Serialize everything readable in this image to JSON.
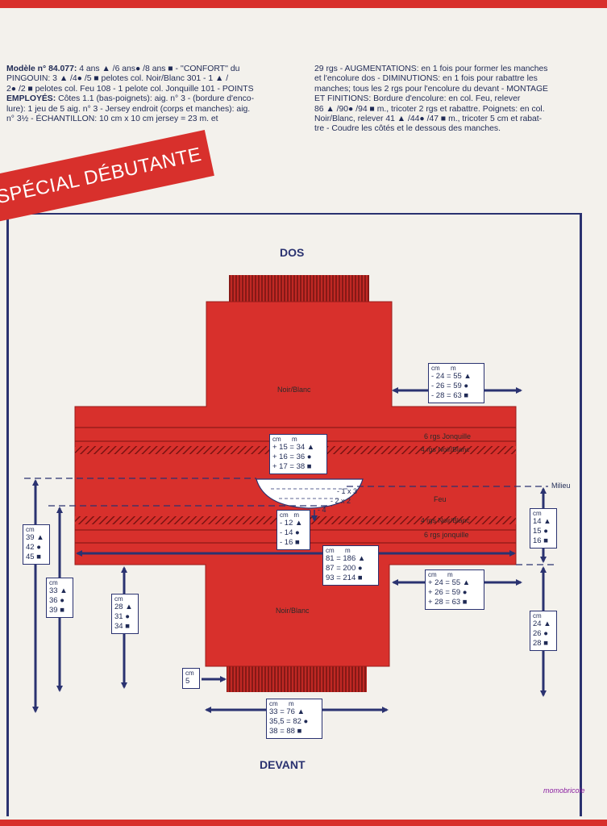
{
  "header": {
    "left": [
      {
        "b": "Modèle n° 84.077:",
        "t": " 4 ans ▲ /6 ans● /8 ans ■ - ''CONFORT'' du"
      },
      {
        "b": "",
        "t": "PINGOUIN: 3 ▲ /4● /5 ■ pelotes col. Noir/Blanc 301 - 1 ▲ /"
      },
      {
        "b": "",
        "t": "2● /2 ■ pelotes col. Feu 108 - 1 pelote col. Jonquille 101 - POINTS"
      },
      {
        "b": "EMPLOYÉS:",
        "t": " Côtes 1.1 (bas-poignets): aig. n° 3 - (bordure d'enco-"
      },
      {
        "b": "",
        "t": "lure): 1 jeu de 5 aig. n° 3 - Jersey endroit (corps et manches): aig."
      },
      {
        "b": "",
        "t": "n° 3½ - ÉCHANTILLON: 10 cm x 10 cm jersey = 23 m. et"
      }
    ],
    "right": [
      "29 rgs - AUGMENTATIONS: en 1 fois pour former les manches",
      "et l'encolure dos - DIMINUTIONS: en 1 fois pour rabattre les",
      "manches; tous les 2 rgs pour l'encolure du devant - MONTAGE",
      "ET FINITIONS: Bordure d'encolure: en col. Feu, relever",
      "86 ▲ /90● /94 ■ m., tricoter 2 rgs et rabattre. Poignets: en col.",
      "Noir/Blanc, relever 41 ▲ /44● /47 ■ m., tricoter 5 cm et rabat-",
      "tre - Coudre les côtés et le dessous des manches."
    ]
  },
  "banner": "SPÉCIAL DÉBUTANTE",
  "diagram": {
    "dos": "DOS",
    "devant": "DEVANT",
    "noir_blanc_top": "Noir/Blanc",
    "noir_blanc_bottom": "Noir/Blanc",
    "jonquille_top": "6 rgs Jonquille",
    "nb_stripe_top": "4 rgs Noir/Blanc",
    "feu": "Feu",
    "nb_stripe_bottom": "4 rgs Noir/Blanc",
    "jonquille_bottom": "6 rgs jonquille",
    "milieu": "Milieu",
    "neck_1x3": "- 1 x 3",
    "neck_2x2": "- 2 x 2",
    "neck_4": "- 4",
    "cm_hdr": "cm",
    "m_hdr": "m",
    "box_sleeve_top": [
      "- 24 = 55 ▲",
      "- 26 = 59 ●",
      "- 28 = 63 ■"
    ],
    "box_neck_top": [
      "+ 15 = 34 ▲",
      "+ 16 = 36 ●",
      "+ 17 = 38 ■"
    ],
    "box_neck_bottom": [
      "- 12 ▲",
      "- 14 ●",
      "- 16 ■"
    ],
    "box_width": [
      "81 = 186 ▲",
      "87 = 200 ●",
      "93 = 214 ■"
    ],
    "box_sleeve_bottom": [
      "+ 24 = 55 ▲",
      "+ 26 = 59 ●",
      "+ 28 = 63 ■"
    ],
    "box_hem": [
      "33 = 76 ▲",
      "35,5 = 82 ●",
      "38 = 88 ■"
    ],
    "box_left1": [
      "39 ▲",
      "42 ●",
      "45 ■"
    ],
    "box_left2": [
      "33 ▲",
      "36 ●",
      "39 ■"
    ],
    "box_left3": [
      "28 ▲",
      "31 ●",
      "34 ■"
    ],
    "box_rib": [
      "5"
    ],
    "box_right1": [
      "14 ▲",
      "15 ●",
      "16 ■"
    ],
    "box_right2": [
      "24 ▲",
      "26 ●",
      "28 ■"
    ]
  },
  "signature": "momobricole",
  "colors": {
    "red": "#d8302c",
    "navy": "#2a3270",
    "band": "#9a1c1a"
  }
}
